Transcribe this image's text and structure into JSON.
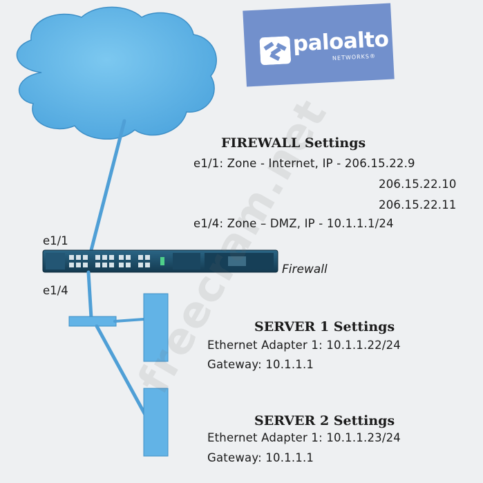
{
  "logo": {
    "brand": "paloalto",
    "sub": "NETWORKS®"
  },
  "watermark": "freecram.net",
  "firewall_settings": {
    "title": "FIREWALL Settings",
    "e1_1": "e1/1:  Zone - Internet, IP - 206.15.22.9",
    "e1_1_ip2": "206.15.22.10",
    "e1_1_ip3": "206.15.22.11",
    "e1_4": "e1/4:  Zone – DMZ, IP - 10.1.1.1/24"
  },
  "ports": {
    "top": "e1/1",
    "bottom": "e1/4"
  },
  "firewall_label": "Firewall",
  "server1": {
    "title": "SERVER 1 Settings",
    "adapter": "Ethernet Adapter 1:  10.1.1.22/24",
    "gateway": "Gateway:  10.1.1.1"
  },
  "server2": {
    "title": "SERVER 2 Settings",
    "adapter": "Ethernet Adapter 1:  10.1.1.23/24",
    "gateway": "Gateway:  10.1.1.1"
  },
  "colors": {
    "cloud": "#63b8e8",
    "link": "#4f9fd6",
    "firewall_body": "#1d4a63",
    "logo_bg": "#7290cc"
  }
}
